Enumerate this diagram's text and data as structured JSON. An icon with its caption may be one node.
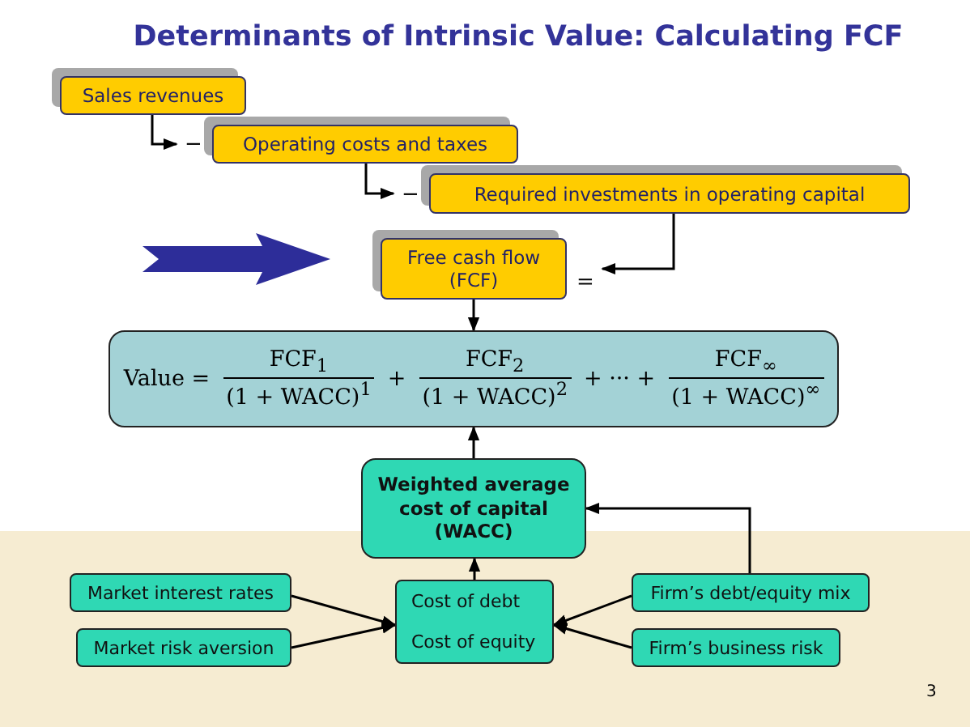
{
  "diagram": {
    "title": "Determinants of Intrinsic Value: Calculating FCF",
    "nodes": [
      {
        "text": [
          "Sales revenues"
        ]
      },
      {
        "text": [
          "Operating costs and taxes"
        ],
        "beside": [
          "−"
        ]
      },
      {
        "text": [
          "Required investments in operating capital"
        ],
        "beside": [
          "−"
        ]
      },
      {
        "text": [
          "Free cash flow (FCF)"
        ],
        "beside": [
          "="
        ]
      },
      {
        "text": [
          "Value =",
          "FCF$_{1}$",
          "(1 + WACC)$^{1}$",
          "+",
          "FCF$_{2}$",
          "(1 + WACC)$^{2}$",
          "+ ··· +",
          "FCF$_{∞}$",
          "(1 + WACC)$^{∞}$"
        ]
      },
      {
        "text": [
          "Weighted average cost of capital (WACC)"
        ]
      },
      {
        "text": [
          "Market interest rates"
        ]
      },
      {
        "text": [
          "Market risk aversion"
        ]
      },
      {
        "text": [
          "Cost of debt",
          "Cost of equity"
        ]
      },
      {
        "text": [
          "Firm’s debt/equity mix"
        ]
      },
      {
        "text": [
          "Firm’s business risk"
        ]
      }
    ],
    "edges": [
      {
        "from": 0,
        "to": 1,
        "arrow": "to"
      },
      {
        "from": 1,
        "to": 2,
        "arrow": "to"
      },
      {
        "from": 2,
        "to": 3,
        "arrow": "to"
      },
      {
        "from": 3,
        "to": 4,
        "arrow": "to"
      },
      {
        "from": 5,
        "to": 4,
        "arrow": "to"
      },
      {
        "from": 8,
        "to": 5,
        "arrow": "to"
      },
      {
        "from": 9,
        "to": 5,
        "arrow": "to"
      },
      {
        "from": 6,
        "to": 8,
        "arrow": "to"
      },
      {
        "from": 7,
        "to": 8,
        "arrow": "to"
      },
      {
        "from": 9,
        "to": 8,
        "arrow": "to"
      },
      {
        "from": 10,
        "to": 8,
        "arrow": "to"
      }
    ],
    "labels": [
      "3"
    ]
  }
}
